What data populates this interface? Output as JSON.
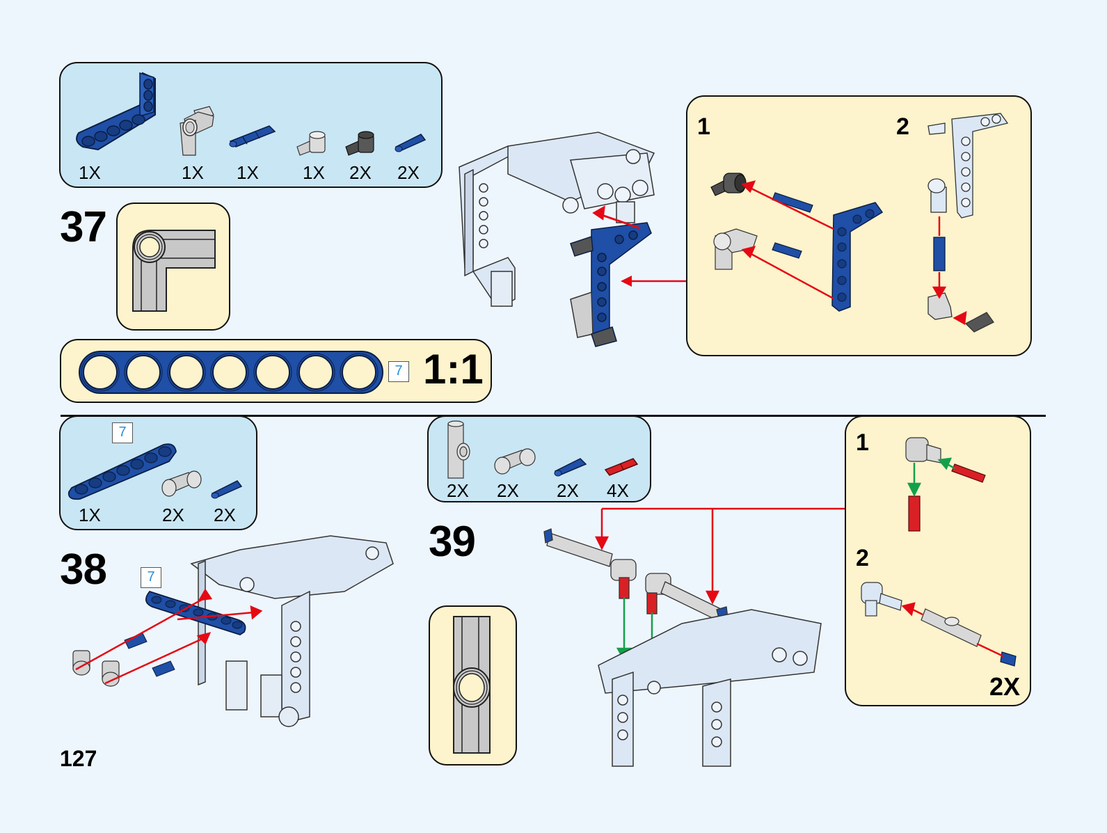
{
  "page_number": "127",
  "colors": {
    "page_bg": "#eef6fd",
    "parts_panel_bg": "#c9e6f4",
    "callout_bg": "#fdf3cc",
    "technic_blue": "#1f4fa6",
    "light_gray": "#cfd0d0",
    "dark_gray": "#555555",
    "light_bluish": "#dfe9f5",
    "technic_red": "#d92025",
    "arrow_red": "#e50914",
    "arrow_green": "#14a04a",
    "length_badge_text": "#2a8fd8"
  },
  "step37": {
    "number": "37",
    "parts": [
      {
        "name": "L-beam 3x5 blue",
        "qty": "1X"
      },
      {
        "name": "angle connector light gray",
        "qty": "1X"
      },
      {
        "name": "long pin blue",
        "qty": "1X"
      },
      {
        "name": "pin with pin hole light gray",
        "qty": "1X"
      },
      {
        "name": "pin with pin hole dark gray",
        "qty": "2X"
      },
      {
        "name": "axle pin blue",
        "qty": "2X"
      }
    ],
    "callout_angle_connector_icon": "angle-connector-1to1",
    "ruler": {
      "beam_holes": 7,
      "length_badge": "7",
      "scale": "1:1"
    },
    "subassembly": {
      "sub_steps": [
        {
          "number": "1"
        },
        {
          "number": "2"
        }
      ]
    }
  },
  "step38": {
    "number": "38",
    "parts": [
      {
        "name": "beam 7 blue",
        "qty": "1X",
        "length_badge": "7"
      },
      {
        "name": "cross block light gray",
        "qty": "2X"
      },
      {
        "name": "axle pin blue",
        "qty": "2X"
      }
    ],
    "length_badge": "7"
  },
  "step39": {
    "number": "39",
    "parts": [
      {
        "name": "axle connector with hole light gray",
        "qty": "2X"
      },
      {
        "name": "cross block light gray",
        "qty": "2X"
      },
      {
        "name": "axle pin blue",
        "qty": "2X"
      },
      {
        "name": "axle 2 red",
        "qty": "4X"
      }
    ],
    "callout_connector_icon": "axle-connector-1to1",
    "subassembly": {
      "sub_steps": [
        {
          "number": "1"
        },
        {
          "number": "2"
        }
      ],
      "multiplier": "2X"
    }
  }
}
